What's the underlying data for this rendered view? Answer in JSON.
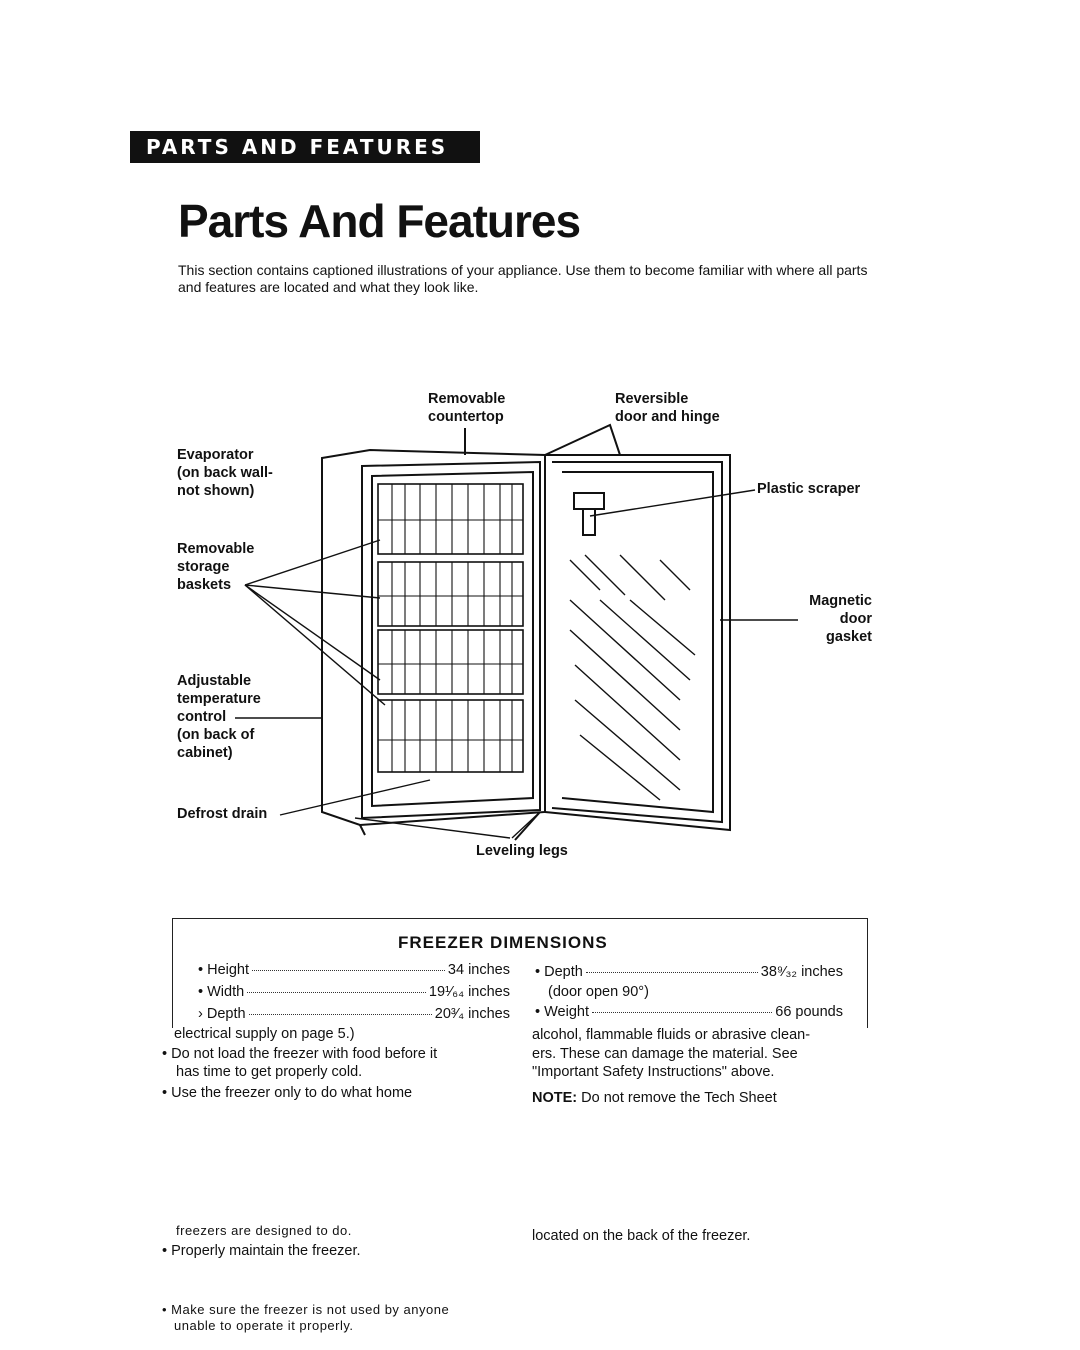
{
  "header": {
    "banner": "PARTS AND FEATURES",
    "title": "Parts And Features"
  },
  "intro": "This section contains captioned illustrations of your appliance. Use them to become familiar with where all parts and features are located and what they look like.",
  "labels": {
    "countertop_1": "Removable",
    "countertop_2": "countertop",
    "door_1": "Reversible",
    "door_2": "door and hinge",
    "evap_1": "Evaporator",
    "evap_2": "(on back wall-",
    "evap_3": "not shown)",
    "scraper": "Plastic scraper",
    "baskets_1": "Removable",
    "baskets_2": "storage",
    "baskets_3": "baskets",
    "gasket_1": "Magnetic",
    "gasket_2": "door gasket",
    "temp_1": "Adjustable",
    "temp_2": "temperature",
    "temp_3": "control",
    "temp_4": "(on back of",
    "temp_5": "cabinet)",
    "drain": "Defrost drain",
    "legs": "Leveling legs"
  },
  "dimensions": {
    "title": "FREEZER DIMENSIONS",
    "height_label": "• Height",
    "height_value": "34 inches",
    "width_label": "• Width",
    "width_value": "19¹⁄₆₄ inches",
    "depth_label": "› Depth",
    "depth_value": "20³⁄₄ inches",
    "depth_open_label": "• Depth",
    "depth_open_value": "38⁹⁄₃₂ inches",
    "door_open": "(door open 90°)",
    "weight_label": "• Weight",
    "weight_value": "66 pounds"
  },
  "body_text": {
    "left_1": "electrical supply on page 5.)",
    "left_2": "• Do not load the freezer with food before it",
    "left_3": "has time to get properly cold.",
    "left_4": "• Use the freezer only to do what home",
    "right_1": "alcohol, flammable fluids or abrasive clean-",
    "right_2": "ers. These can damage the material. See",
    "right_3": "\"Important Safety Instructions\" above.",
    "right_4_bold": "NOTE:",
    "right_4": " Do not remove the Tech Sheet",
    "left_5": "freezers are designed to do.",
    "left_6": "• Properly maintain the freezer.",
    "right_5": "located on the back of the freezer.",
    "left_7": "• Make sure the freezer is not used by anyone",
    "left_8": "unable to operate it properly."
  }
}
